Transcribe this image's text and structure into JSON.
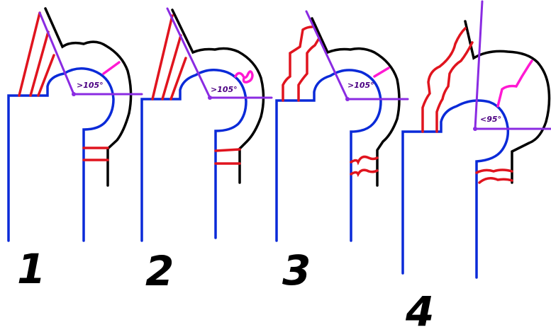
{
  "colors": {
    "blue": "#0a2ad8",
    "red": "#e0141e",
    "black": "#000000",
    "purple": "#8a2be2",
    "magenta": "#ff19d2",
    "label": "#4b0082"
  },
  "panels": [
    {
      "number": "1",
      "angle_label": ">105°"
    },
    {
      "number": "2",
      "angle_label": ">105°"
    },
    {
      "number": "3",
      "angle_label": ">105°"
    },
    {
      "number": "4",
      "angle_label": "<95°"
    }
  ]
}
